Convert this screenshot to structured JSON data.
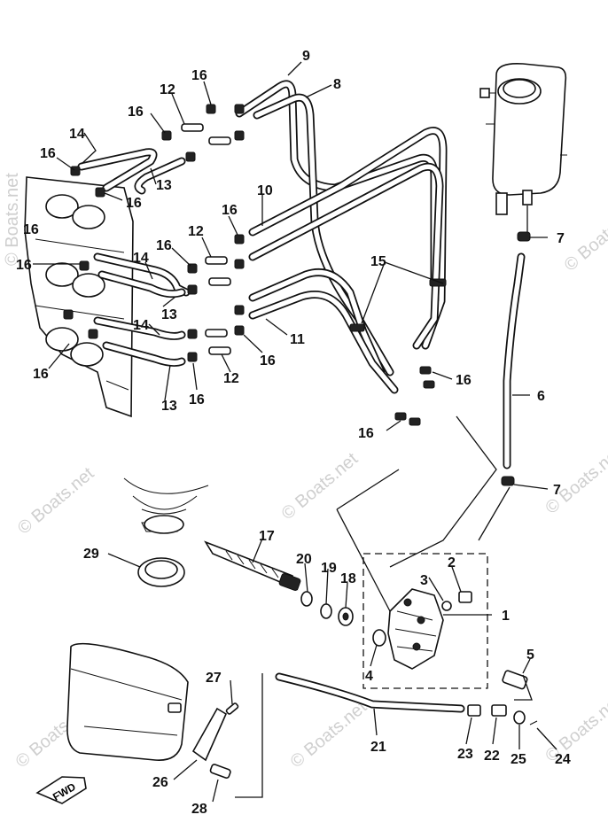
{
  "watermark": {
    "text": "© Boats.net"
  },
  "callouts": [
    {
      "id": "c1",
      "text": "1"
    },
    {
      "id": "c2",
      "text": "2"
    },
    {
      "id": "c3",
      "text": "3"
    },
    {
      "id": "c4",
      "text": "4"
    },
    {
      "id": "c5",
      "text": "5"
    },
    {
      "id": "c6",
      "text": "6"
    },
    {
      "id": "c7a",
      "text": "7"
    },
    {
      "id": "c7b",
      "text": "7"
    },
    {
      "id": "c8",
      "text": "8"
    },
    {
      "id": "c9",
      "text": "9"
    },
    {
      "id": "c10",
      "text": "10"
    },
    {
      "id": "c11",
      "text": "11"
    },
    {
      "id": "c12a",
      "text": "12"
    },
    {
      "id": "c12b",
      "text": "12"
    },
    {
      "id": "c12c",
      "text": "12"
    },
    {
      "id": "c13a",
      "text": "13"
    },
    {
      "id": "c13b",
      "text": "13"
    },
    {
      "id": "c13c",
      "text": "13"
    },
    {
      "id": "c14a",
      "text": "14"
    },
    {
      "id": "c14b",
      "text": "14"
    },
    {
      "id": "c14c",
      "text": "14"
    },
    {
      "id": "c15",
      "text": "15"
    },
    {
      "id": "c16a",
      "text": "16"
    },
    {
      "id": "c16b",
      "text": "16"
    },
    {
      "id": "c16c",
      "text": "16"
    },
    {
      "id": "c16d",
      "text": "16"
    },
    {
      "id": "c16e",
      "text": "16"
    },
    {
      "id": "c16f",
      "text": "16"
    },
    {
      "id": "c16g",
      "text": "16"
    },
    {
      "id": "c16h",
      "text": "16"
    },
    {
      "id": "c16i",
      "text": "16"
    },
    {
      "id": "c16j",
      "text": "16"
    },
    {
      "id": "c16k",
      "text": "16"
    },
    {
      "id": "c16l",
      "text": "16"
    },
    {
      "id": "c16m",
      "text": "16"
    },
    {
      "id": "c17",
      "text": "17"
    },
    {
      "id": "c18",
      "text": "18"
    },
    {
      "id": "c19",
      "text": "19"
    },
    {
      "id": "c20",
      "text": "20"
    },
    {
      "id": "c21",
      "text": "21"
    },
    {
      "id": "c22",
      "text": "22"
    },
    {
      "id": "c23",
      "text": "23"
    },
    {
      "id": "c24",
      "text": "24"
    },
    {
      "id": "c25",
      "text": "25"
    },
    {
      "id": "c26",
      "text": "26"
    },
    {
      "id": "c27",
      "text": "27"
    },
    {
      "id": "c28",
      "text": "28"
    },
    {
      "id": "c29",
      "text": "29"
    }
  ],
  "fwd_label": "FWD"
}
